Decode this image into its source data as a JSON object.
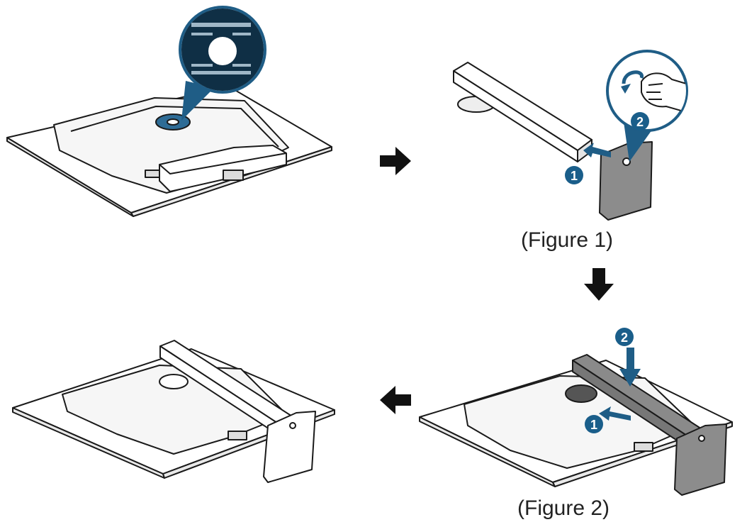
{
  "captions": {
    "figure1": "(Figure 1)",
    "figure2": "(Figure 2)"
  },
  "badges": {
    "fig1_step1": "1",
    "fig1_step2": "2",
    "fig2_step1": "1",
    "fig2_step2": "2"
  },
  "colors": {
    "line": "#1a1a1a",
    "badge": "#1a5e8a",
    "highlight_gray": "#8a8a8a",
    "callout_blue": "#1f5d86",
    "arrow": "#111111"
  }
}
